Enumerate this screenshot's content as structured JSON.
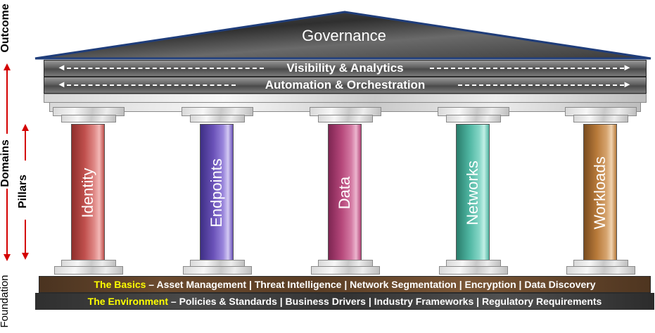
{
  "side_labels": {
    "outcome": "Outcome",
    "domains": "Domains",
    "pillars": "Pillars",
    "foundation": "Foundation"
  },
  "roof": {
    "title": "Governance"
  },
  "bands": {
    "visibility": "Visibility  & Analytics",
    "automation": "Automation & Orchestration"
  },
  "pillars": [
    {
      "label": "Identity",
      "color": "#c0504d"
    },
    {
      "label": "Endpoints",
      "color": "#6a52b8"
    },
    {
      "label": "Data",
      "color": "#b5477a"
    },
    {
      "label": "Networks",
      "color": "#4fb6a2"
    },
    {
      "label": "Workloads",
      "color": "#b87a3a"
    }
  ],
  "foundation": {
    "basics_label": "The Basics",
    "basics_text": " – Asset Management | Threat Intelligence | Network Segmentation | Encryption | Data Discovery",
    "environment_label": "The Environment",
    "environment_text": " – Policies & Standards | Business Drivers | Industry Frameworks | Regulatory Requirements"
  },
  "colors": {
    "highlight": "#ffff00",
    "roof_top": "#3a3a3a",
    "roof_edge": "#1f3d7a"
  }
}
